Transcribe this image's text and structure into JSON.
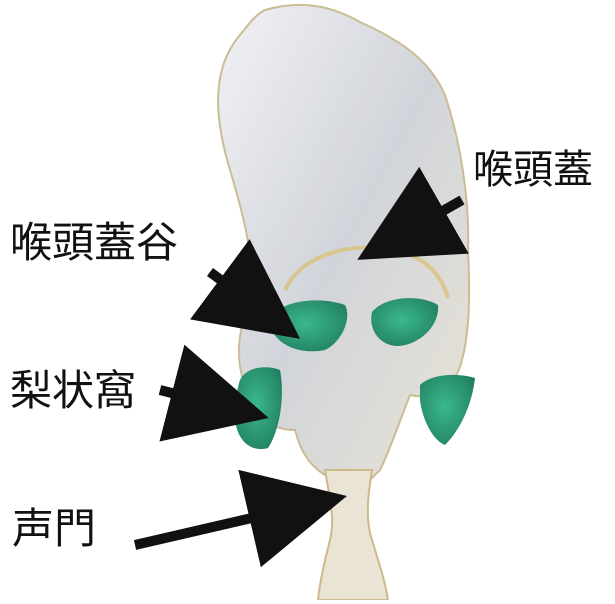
{
  "labels": {
    "epiglottis": "喉頭蓋",
    "vallecula": "喉頭蓋谷",
    "piriform_fossa": "梨状窩",
    "glottis": "声門"
  },
  "colors": {
    "tissue_light": "#e6e9ee",
    "tissue_mid": "#c3c7cf",
    "tissue_warm": "#d9c49a",
    "green_fill": "#2e9e78",
    "green_dark": "#1f7a5c",
    "arrow": "#111111"
  }
}
